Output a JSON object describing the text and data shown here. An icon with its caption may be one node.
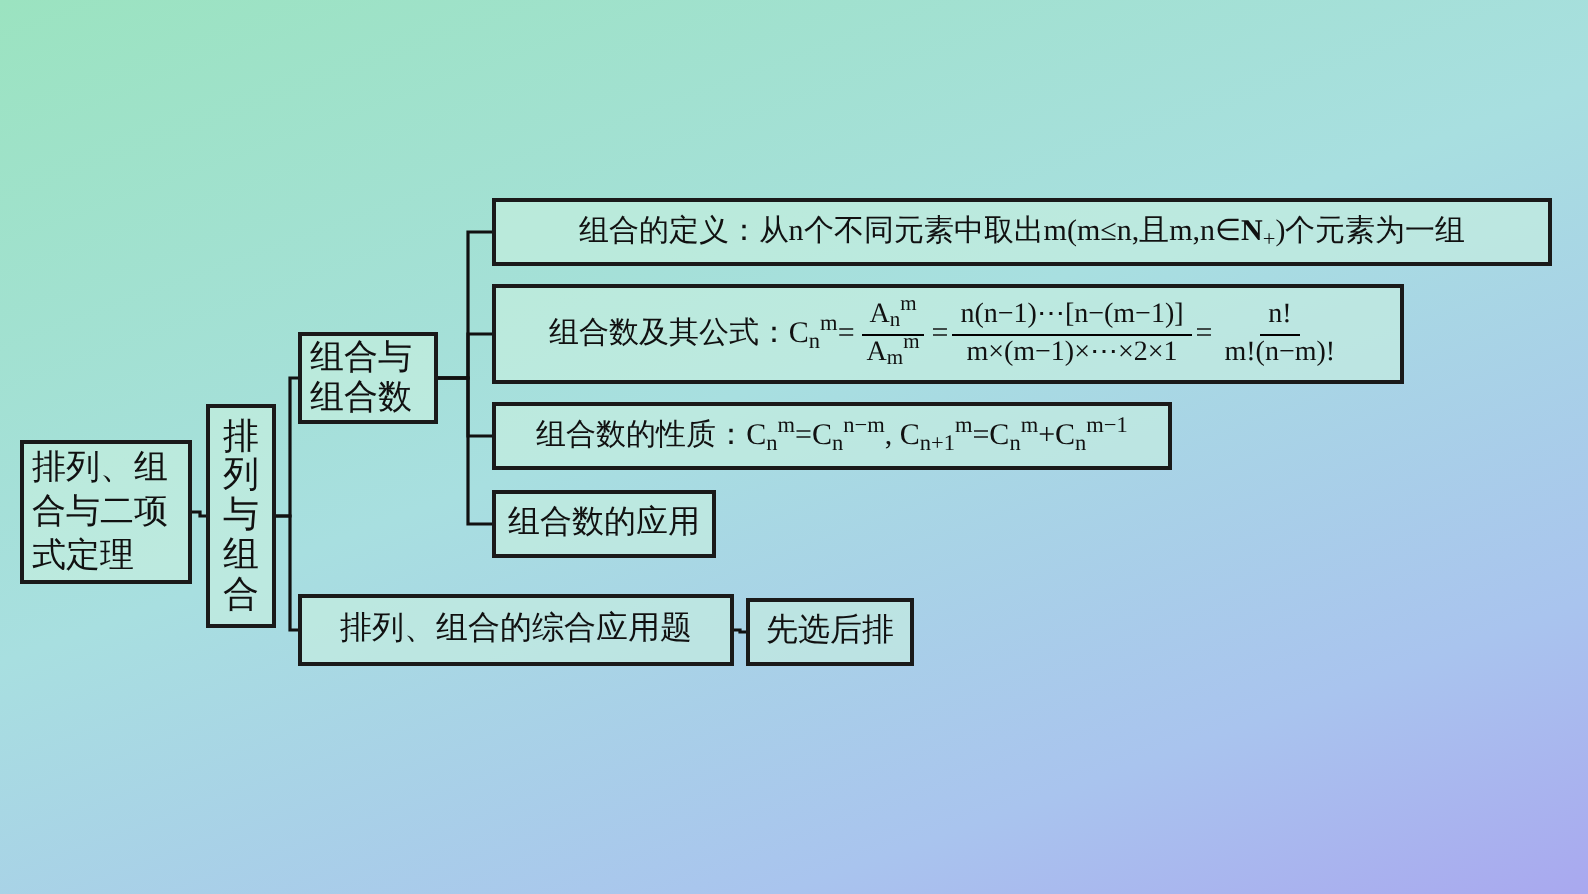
{
  "diagram": {
    "nodes": [
      {
        "text": [
          "排列、组合与二项式定理"
        ]
      },
      {
        "text": [
          "排列与组合"
        ]
      },
      {
        "text": [
          "组合与组合数"
        ]
      },
      {
        "text": [
          "组合的定义：从n个不同元素中取出m(m≤n,且m,n∈**N**$_{+}$)个元素为一组"
        ]
      },
      {
        "text": [
          "组合数及其公式：C$_{n}$$^{m}$=",
          "A$_{n}$$^{m}$",
          "A$_{m}$$^{m}$",
          "=",
          "n(n−1)⋯[n−(m−1)]",
          "m×(m−1)×⋯×2×1",
          "=",
          "n!",
          "m!(n−m)!"
        ]
      },
      {
        "text": [
          "组合数的性质：C$_{n}$$^{m}$=C$_{n}$$^{n−m}$, C$_{n+1}$$^{m}$=C$_{n}$$^{m}$+C$_{n}$$^{m−1}$"
        ]
      },
      {
        "text": [
          "组合数的应用"
        ]
      },
      {
        "text": [
          "排列、组合的综合应用题"
        ]
      },
      {
        "text": [
          "先选后排"
        ]
      }
    ],
    "edges": [
      {
        "from": 0,
        "to": 1,
        "arrow": "none"
      },
      {
        "from": 1,
        "to": 2,
        "arrow": "none"
      },
      {
        "from": 1,
        "to": 7,
        "arrow": "none"
      },
      {
        "from": 2,
        "to": 3,
        "arrow": "none"
      },
      {
        "from": 2,
        "to": 4,
        "arrow": "none"
      },
      {
        "from": 2,
        "to": 5,
        "arrow": "none"
      },
      {
        "from": 2,
        "to": 6,
        "arrow": "none"
      },
      {
        "from": 7,
        "to": 8,
        "arrow": "none"
      }
    ]
  }
}
